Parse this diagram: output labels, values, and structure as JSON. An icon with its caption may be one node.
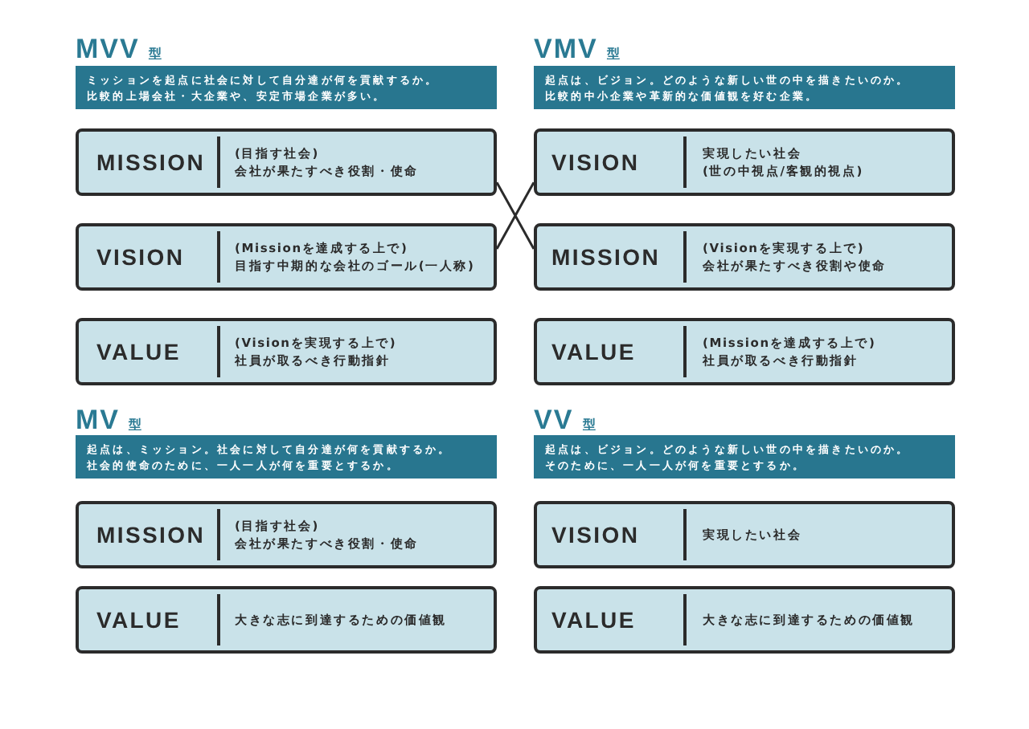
{
  "diagram": {
    "nodes": [
      {
        "text": [
          "ミッションを起点に社会に対して自分達が何を貢献するか。",
          "比較的上場会社・大企業や、安定市場企業が多い。"
        ]
      },
      {
        "text": [
          "MISSION",
          "(目指す社会)",
          "会社が果たすべき役割・使命"
        ]
      },
      {
        "text": [
          "VISION",
          "(Missionを達成する上で)",
          "目指す中期的な会社のゴール(一人称)"
        ]
      },
      {
        "text": [
          "VALUE",
          "(Visionを実現する上で)",
          "社員が取るべき行動指針"
        ]
      },
      {
        "text": [
          "起点は、ビジョン。どのような新しい世の中を描きたいのか。",
          "比較的中小企業や革新的な価値観を好む企業。"
        ]
      },
      {
        "text": [
          "VISION",
          "実現したい社会",
          "(世の中視点/客観的視点)"
        ]
      },
      {
        "text": [
          "MISSION",
          "(Visionを実現する上で)",
          "会社が果たすべき役割や使命"
        ]
      },
      {
        "text": [
          "VALUE",
          "(Missionを達成する上で)",
          "社員が取るべき行動指針"
        ]
      },
      {
        "text": [
          "起点は、ミッション。社会に対して自分達が何を貢献するか。",
          "社会的使命のために、一人一人が何を重要とするか。"
        ]
      },
      {
        "text": [
          "MISSION",
          "(目指す社会)",
          "会社が果たすべき役割・使命"
        ]
      },
      {
        "text": [
          "VALUE",
          "大きな志に到達するための価値観"
        ]
      },
      {
        "text": [
          "起点は、ビジョン。どのような新しい世の中を描きたいのか。",
          "そのために、一人一人が何を重要とするか。"
        ]
      },
      {
        "text": [
          "VISION",
          "実現したい社会"
        ]
      },
      {
        "text": [
          "VALUE",
          "大きな志に到達するための価値観"
        ]
      }
    ],
    "edges": [
      {
        "from": 1,
        "to": 6,
        "arrow": "none"
      },
      {
        "from": 2,
        "to": 5,
        "arrow": "none"
      }
    ],
    "labels": [
      "MVV 型",
      "VMV 型",
      "MV 型",
      "VV 型"
    ]
  }
}
